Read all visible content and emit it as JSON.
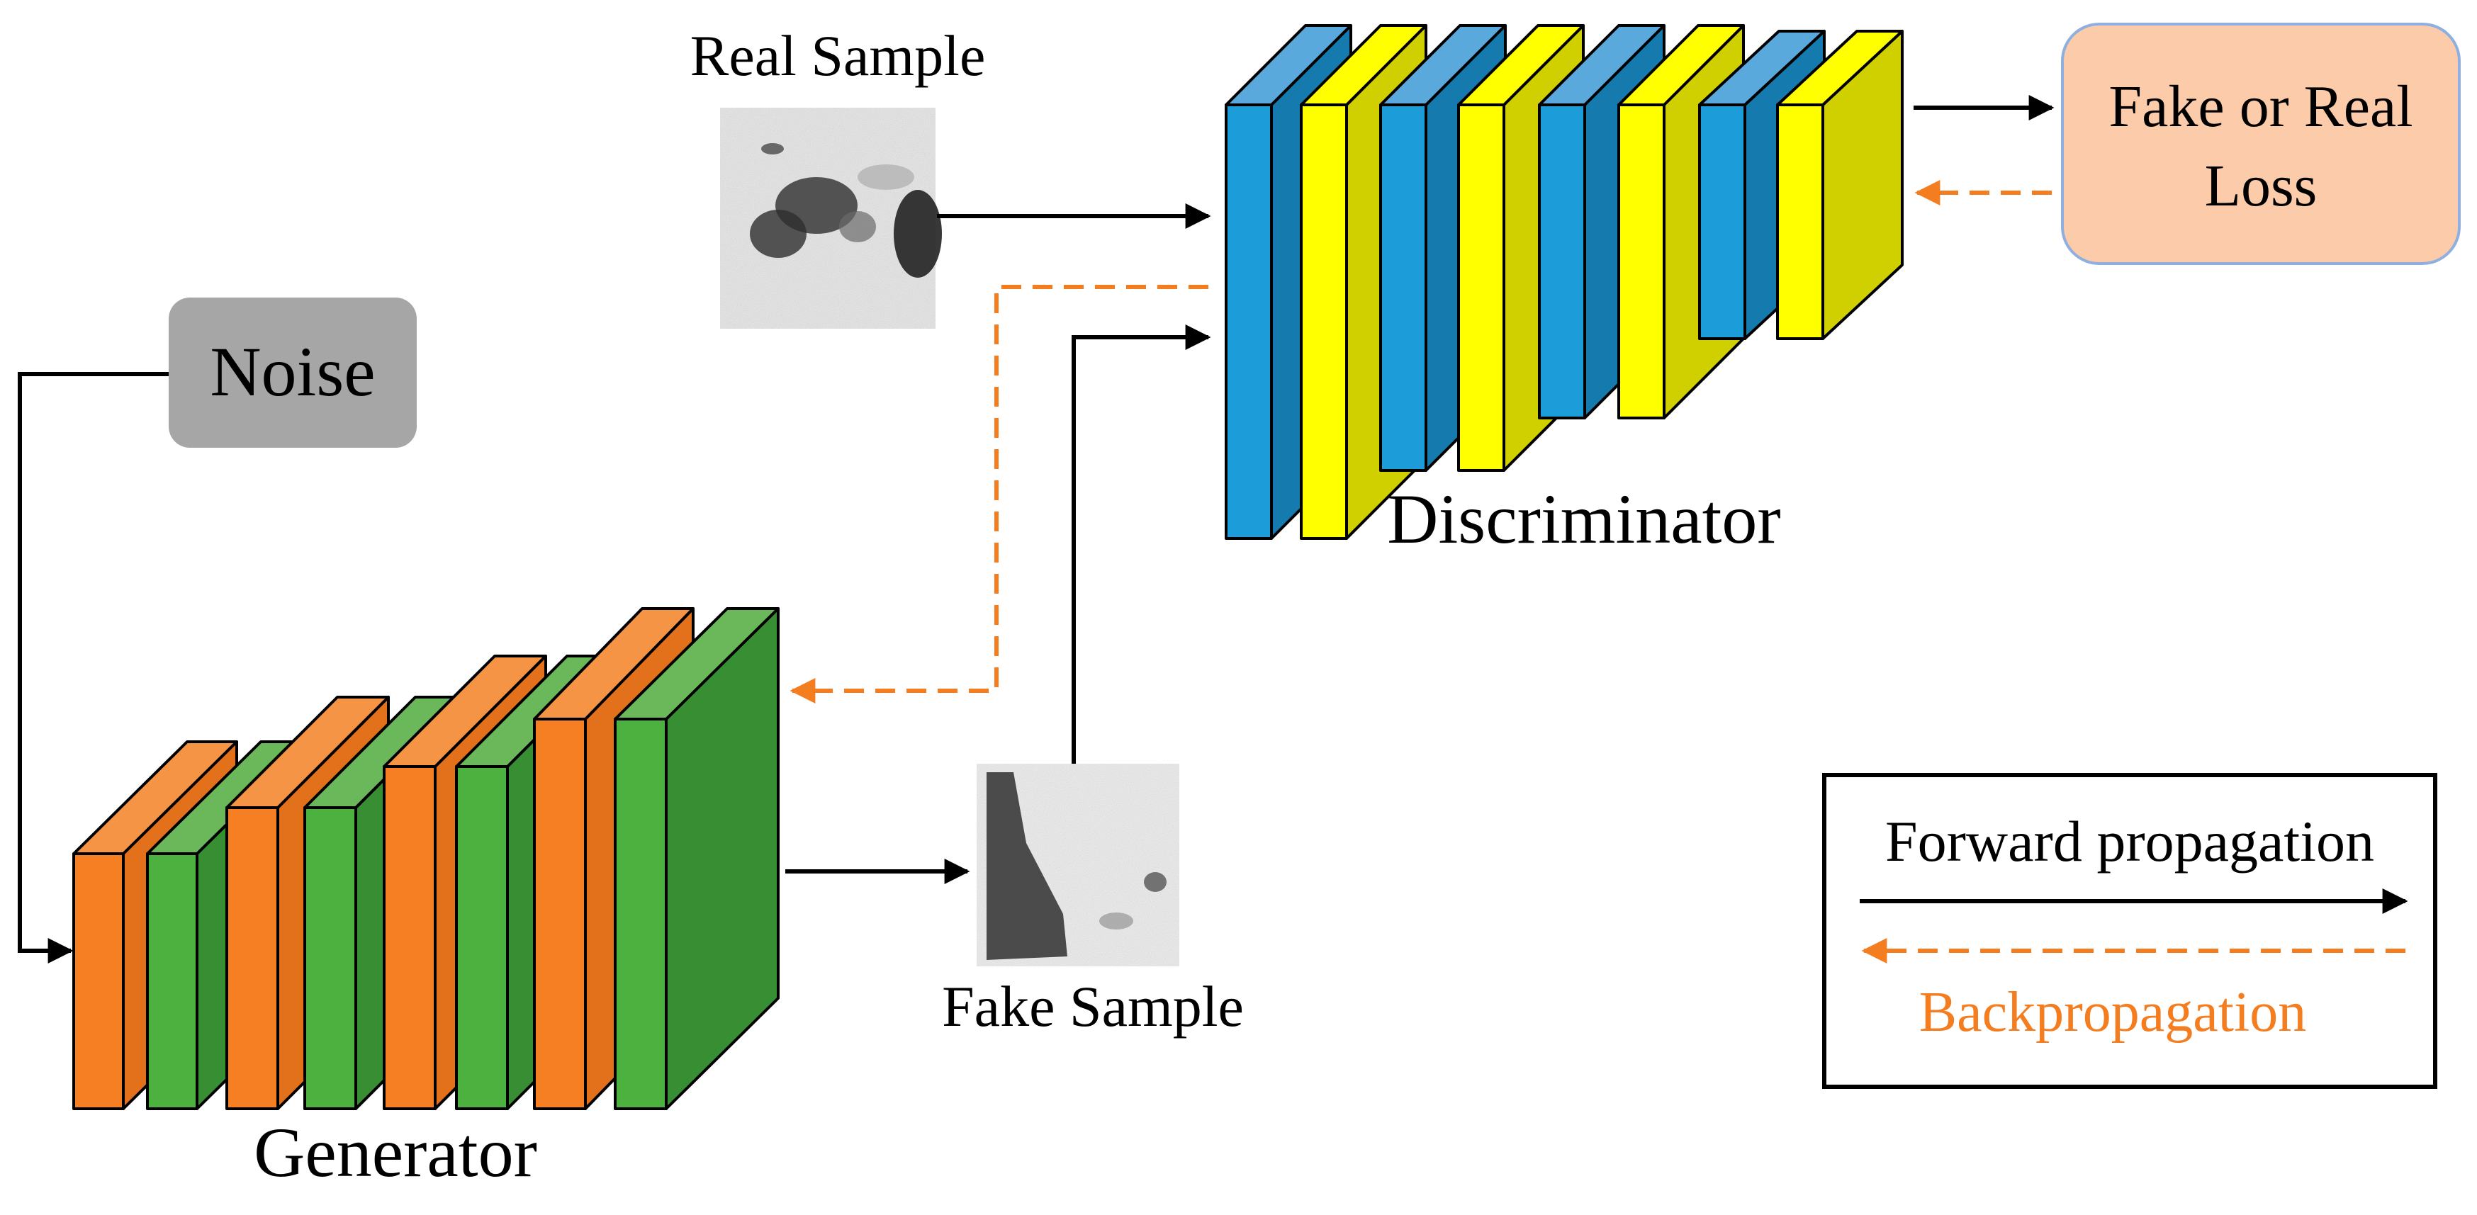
{
  "labels": {
    "real_sample": "Real Sample",
    "fake_sample": "Fake Sample",
    "noise": "Noise",
    "generator": "Generator",
    "discriminator": "Discriminator",
    "loss_line1": "Fake or Real",
    "loss_line2": "Loss"
  },
  "legend": {
    "forward": "Forward propagation",
    "backward": "Backpropagation"
  },
  "colors": {
    "orange": "#F67E23",
    "orange_top": "#F69446",
    "orange_side": "#E3701B",
    "green": "#4CB13F",
    "green_top": "#6AB85A",
    "green_side": "#388E33",
    "blue": "#1C9DD9",
    "blue_top": "#5AA9DC",
    "blue_side": "#157BAE",
    "yellow": "#FFFF00",
    "yellow_side": "#D0D000",
    "noise_box": "#A6A6A6",
    "loss_box": "#FBCBAA",
    "loss_border": "#8EAFDF",
    "backprop": "#F47D20"
  }
}
